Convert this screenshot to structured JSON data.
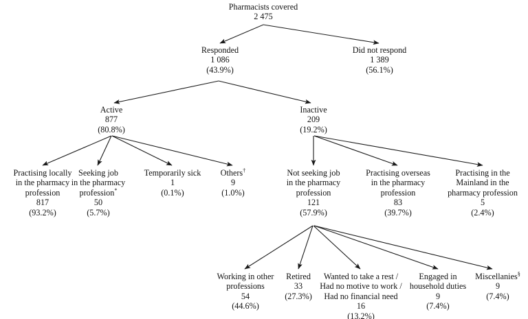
{
  "chart_data": {
    "type": "diagram",
    "title": "Pharmacists covered",
    "subtype": "flowchart-tree",
    "root": {
      "label": "Pharmacists covered",
      "count": "2 475",
      "percent": ""
    },
    "levels": [
      [
        "Responded",
        "Did not respond"
      ],
      [
        "Active",
        "Inactive"
      ],
      [
        "Practising locally in the pharmacy profession",
        "Seeking job in the pharmacy profession*",
        "Temporarily sick",
        "Others†",
        "Not seeking job in the pharmacy profession",
        "Practising overseas in the pharmacy profession",
        "Practising in the Mainland in the pharmacy profession"
      ],
      [
        "Working in other professions",
        "Retired",
        "Wanted to take a rest / Had no motive to work / Had no financial need",
        "Engaged in household duties",
        "Miscellanies§"
      ]
    ]
  },
  "nodes": {
    "root": {
      "line1": "Pharmacists covered",
      "line2": "2 475"
    },
    "responded": {
      "line1": "Responded",
      "line2": "1 086",
      "line3": "(43.9%)"
    },
    "did_not_respond": {
      "line1": "Did not respond",
      "line2": "1 389",
      "line3": "(56.1%)"
    },
    "active": {
      "line1": "Active",
      "line2": "877",
      "line3": "(80.8%)"
    },
    "inactive": {
      "line1": "Inactive",
      "line2": "209",
      "line3": "(19.2%)"
    },
    "practising_locally": {
      "line1": "Practising locally",
      "line2": "in the pharmacy",
      "line3": "profession",
      "line4": "817",
      "line5": "(93.2%)"
    },
    "seeking_job": {
      "line1": "Seeking job",
      "line2": "in the pharmacy",
      "line3": "profession",
      "sup": "*",
      "line4": "50",
      "line5": "(5.7%)"
    },
    "temporarily_sick": {
      "line1": "Temporarily sick",
      "line2": "1",
      "line3": "(0.1%)"
    },
    "others": {
      "line1": "Others",
      "sup": "†",
      "line2": "9",
      "line3": "(1.0%)"
    },
    "not_seeking_job": {
      "line1": "Not seeking job",
      "line2": "in the pharmacy",
      "line3": "profession",
      "line4": "121",
      "line5": "(57.9%)"
    },
    "practising_overseas": {
      "line1": "Practising overseas",
      "line2": "in the pharmacy",
      "line3": "profession",
      "line4": "83",
      "line5": "(39.7%)"
    },
    "practising_mainland": {
      "line1": "Practising in the",
      "line2": "Mainland in the",
      "line3": "pharmacy profession",
      "line4": "5",
      "line5": "(2.4%)"
    },
    "working_other": {
      "line1": "Working in other",
      "line2": "professions",
      "line3": "54",
      "line4": "(44.6%)"
    },
    "retired": {
      "line1": "Retired",
      "line2": "33",
      "line3": "(27.3%)"
    },
    "wanted_rest": {
      "line1": "Wanted to take a rest /",
      "line2": "Had no motive to work /",
      "line3": "Had no financial need",
      "line4": "16",
      "line5": "(13.2%)"
    },
    "household_duties": {
      "line1": "Engaged in",
      "line2": "household duties",
      "line3": "9",
      "line4": "(7.4%)"
    },
    "miscellanies": {
      "line1": "Miscellanies",
      "sup": "§",
      "line2": "9",
      "line3": "(7.4%)"
    }
  },
  "colors": {
    "text": "#111111",
    "edge": "#1a1a1a",
    "background": "#ffffff"
  }
}
